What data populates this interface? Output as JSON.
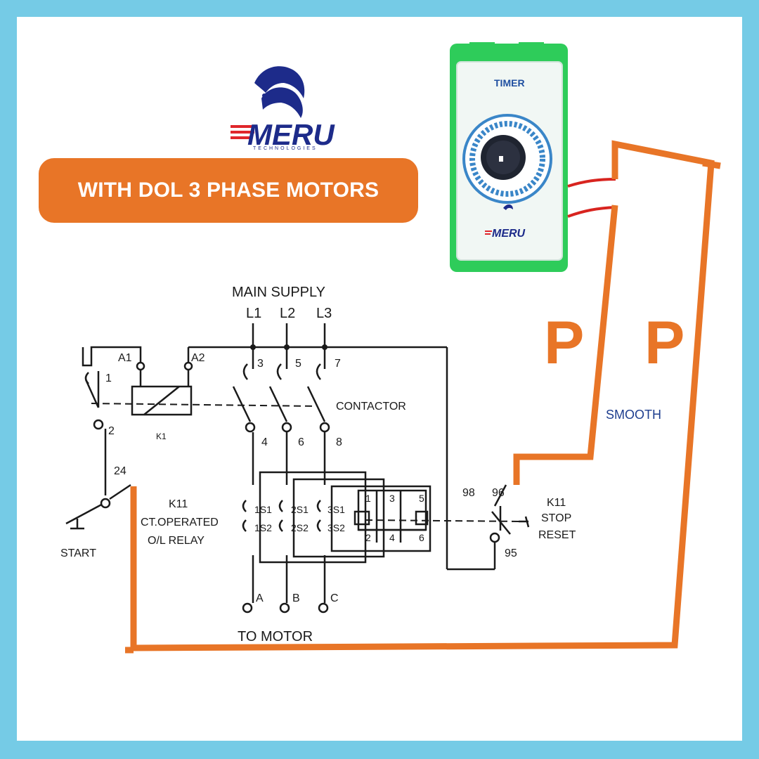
{
  "banner": {
    "title": "WITH DOL 3 PHASE MOTORS"
  },
  "logo": {
    "brand": "MERU",
    "tagline": "TECHNOLOGIES"
  },
  "timer": {
    "label": "TIMER",
    "brand": "MERU"
  },
  "annotations": {
    "p_left": "P",
    "p_right": "P",
    "smooth": "SMOOTH"
  },
  "diagram": {
    "main_supply": "MAIN SUPPLY",
    "l1": "L1",
    "l2": "L2",
    "l3": "L3",
    "a1": "A1",
    "a2": "A2",
    "t1": "1",
    "t2": "2",
    "t24": "24",
    "t3": "3",
    "t5": "5",
    "t7": "7",
    "t4": "4",
    "t6": "6",
    "t8": "8",
    "contactor": "CONTACTOR",
    "k1": "K1",
    "k11_left": "K11",
    "ct_operated": "CT.OPERATED",
    "ol_relay": "O/L RELAY",
    "start": "START",
    "s1s1": "1S1",
    "s1s2": "1S2",
    "s2s1": "2S1",
    "s2s2": "2S2",
    "s3s1": "3S1",
    "s3s2": "3S2",
    "r1": "1",
    "r3": "3",
    "r5": "5",
    "r2": "2",
    "r4": "4",
    "r6": "6",
    "t98": "98",
    "t96": "96",
    "t95": "95",
    "k11_right": "K11",
    "stop": "STOP",
    "reset": "RESET",
    "ma": "A",
    "mb": "B",
    "mc": "C",
    "to_motor": "TO MOTOR"
  },
  "colors": {
    "frame": "#75cbe6",
    "accent": "#e87527",
    "timer_green": "#2ecc5a",
    "brand_blue": "#1d2b8a",
    "brand_red": "#e0262b"
  }
}
